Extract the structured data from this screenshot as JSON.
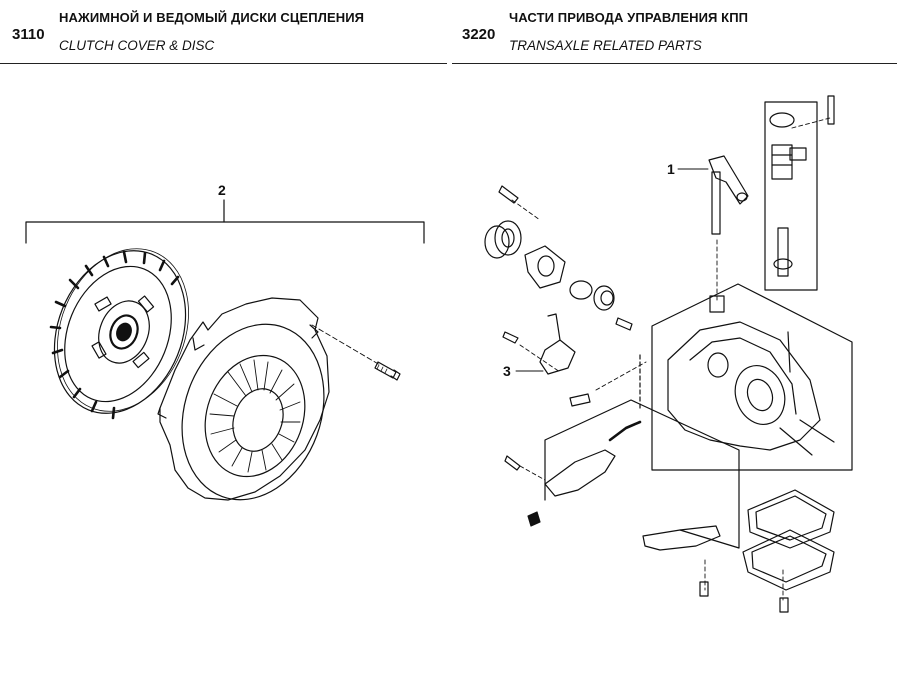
{
  "sections": [
    {
      "code": "3110",
      "title_ru": "НАЖИМНОЙ И ВЕДОМЫЙ ДИСКИ СЦЕПЛЕНИЯ",
      "title_en": "CLUTCH COVER & DISC"
    },
    {
      "code": "3220",
      "title_ru": "ЧАСТИ ПРИВОДА УПРАВЛЕНИЯ КПП",
      "title_en": "TRANSAXLE RELATED PARTS"
    }
  ],
  "callouts": {
    "clutch_assembly": "2",
    "shift_lever": "1",
    "release_fork": "3"
  }
}
